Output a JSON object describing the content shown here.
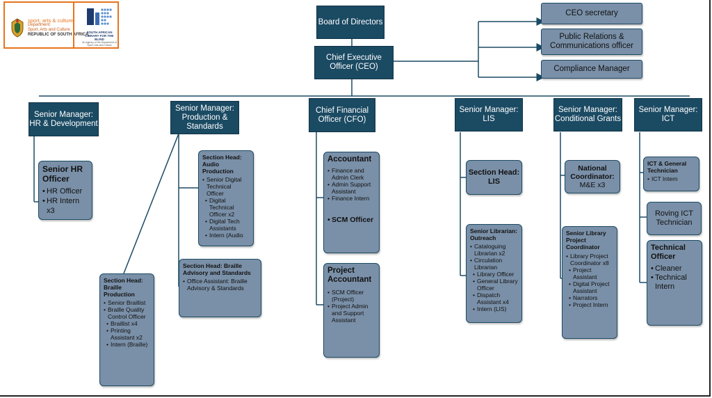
{
  "logos": {
    "dsac": {
      "name": "sport, arts & culture",
      "line1": "Department:",
      "line2": "Sport, Arts and Culture",
      "line3": "REPUBLIC OF SOUTH AFRICA"
    },
    "sal": {
      "name": "SOUTH AFRICAN LIBRARY FOR THE BLIND",
      "sub": "An Agency of the Department of Sport, Arts and Culture"
    }
  },
  "board": "Board of Directors",
  "ceo": "Chief Executive Officer (CEO)",
  "ceo_staff": [
    "CEO secretary",
    "Public Relations & Communications officer",
    "Compliance Manager"
  ],
  "senior_managers": {
    "hr": "Senior Manager: HR & Development",
    "production": "Senior Manager: Production & Standards",
    "cfo": "Chief Financial Officer (CFO)",
    "lis": "Senior Manager: LIS",
    "grants": "Senior Manager: Conditional Grants",
    "ict": "Senior Manager: ICT"
  },
  "hr_officer": {
    "title": "Senior HR Officer",
    "items": [
      "HR Officer",
      "HR Intern x3"
    ]
  },
  "audio": {
    "title": "Section Head: Audio Production",
    "items": [
      "Senior Digital Technical Officer",
      "Digital Technical Officer x2",
      "Digital Tech Assistants",
      "Intern (Audio"
    ]
  },
  "braille_adv": {
    "title": "Section Head: Braille Advisory and Standards",
    "items": [
      "Office Assistant: Braille Advisory & Standards"
    ]
  },
  "braille_prod": {
    "title": "Section Head: Braille Production",
    "items": [
      "Senior Braillist",
      "Braille Quality Control Officer",
      "Braillist x4",
      "Printing Assistant x2",
      "Intern (Braille)"
    ]
  },
  "accountant": {
    "title": "Accountant",
    "items": [
      "Finance and Admin Clerk",
      "Admin Support Assistant",
      "Finance Intern"
    ],
    "scm": "SCM Officer"
  },
  "project_accountant": {
    "title": "Project Accountant",
    "items": [
      "SCM Officer (Project)",
      "Project Admin and Support Assistant"
    ]
  },
  "section_lis": "Section Head: LIS",
  "librarian": {
    "title": "Senior Librarian: Outreach",
    "items": [
      "Cataloguing Librarian x2",
      "Circulation Librarian",
      "Library Officer",
      "General Library Officer",
      "Dispatch Assistant x4",
      "Intern (LIS)"
    ]
  },
  "national_coord": {
    "title": "National Coordinator:",
    "sub": "M&E x3"
  },
  "lib_project": {
    "title": "Senior Library Project Coordinator",
    "items": [
      "Library Project Coordinator x8",
      "Project Assistant",
      "Digital Project Assistant",
      "Narrators",
      "Project Intern"
    ]
  },
  "ict_tech": {
    "title": "ICT & General Technician",
    "items": [
      "ICT Intern"
    ]
  },
  "roving": "Roving ICT Technician",
  "tech_officer": {
    "title": "Technical Officer",
    "items": [
      "Cleaner",
      "Technical Intern"
    ]
  }
}
